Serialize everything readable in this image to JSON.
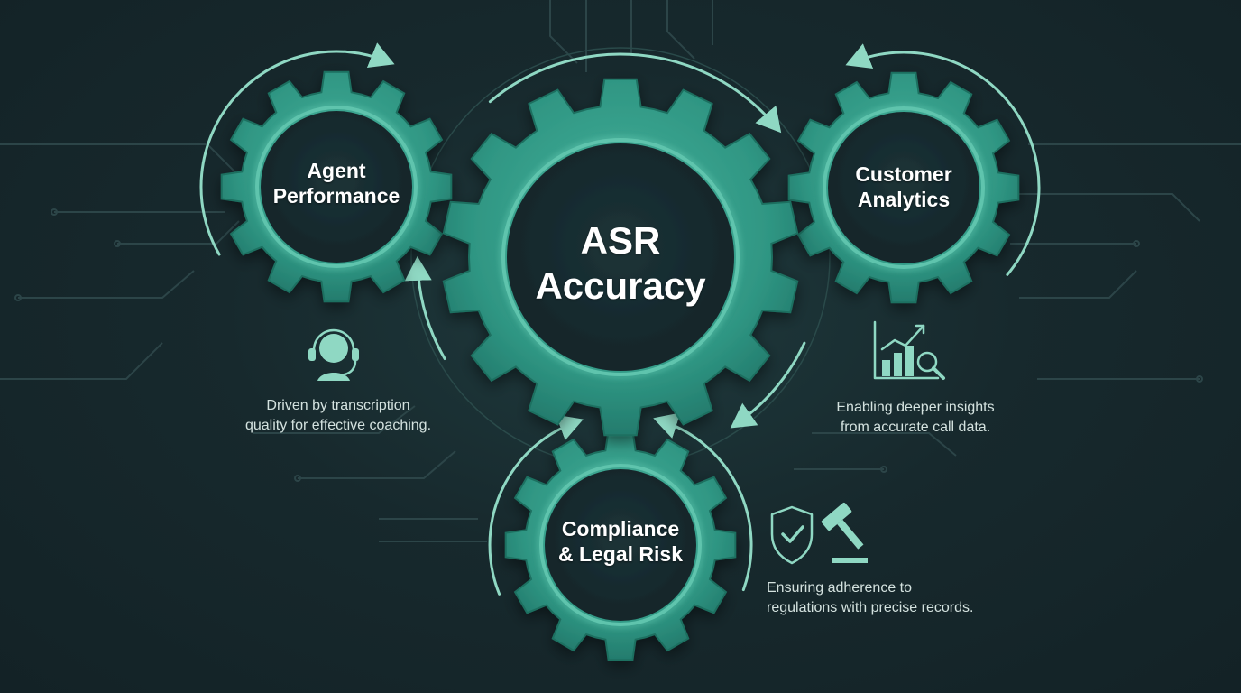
{
  "colors": {
    "background": "#17272c",
    "gear": "#2f9c88",
    "gear_light": "#5fc4ad",
    "gear_dark": "#1f6f61",
    "gear_center": "#172a2e",
    "accent": "#8fd8c3",
    "circuit": "#2c4548"
  },
  "hub": {
    "name": "asr-accuracy",
    "icon": "gear-icon",
    "lines": [
      "ASR",
      "Accuracy"
    ]
  },
  "satellites": [
    {
      "name": "agent-performance",
      "lines": [
        "Agent",
        "Performance"
      ],
      "icon": "headset-agent-icon",
      "description": [
        "Driven by transcription",
        "quality for effective coaching."
      ]
    },
    {
      "name": "customer-analytics",
      "lines": [
        "Customer",
        "Analytics"
      ],
      "icon": "chart-magnifier-icon",
      "description": [
        "Enabling deeper insights",
        "from accurate call data."
      ]
    },
    {
      "name": "compliance-legal-risk",
      "lines": [
        "Compliance",
        "& Legal Risk"
      ],
      "icon": "shield-gavel-icon",
      "description": [
        "Ensuring adherence to",
        "regulations with precise records."
      ]
    }
  ]
}
